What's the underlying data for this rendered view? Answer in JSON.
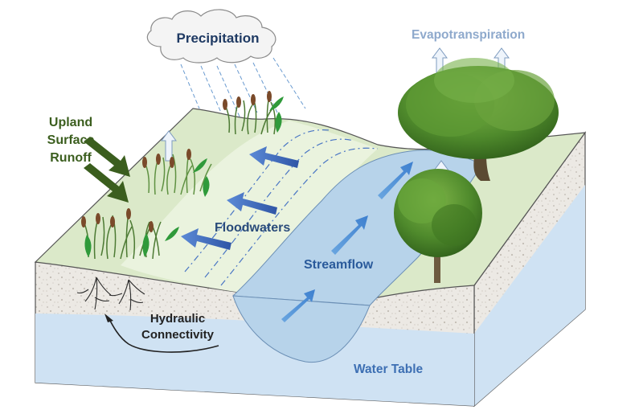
{
  "labels": {
    "precipitation": "Precipitation",
    "evapotranspiration": "Evapotranspiration",
    "upland_runoff_line1": "Upland",
    "upland_runoff_line2": "Surface",
    "upland_runoff_line3": "Runoff",
    "floodwaters": "Floodwaters",
    "streamflow": "Streamflow",
    "hydraulic_line1": "Hydraulic",
    "hydraulic_line2": "Connectivity",
    "water_table": "Water Table"
  },
  "colors": {
    "surface_green": "#dbe9c9",
    "floodplain": "#eaf3de",
    "stream_blue": "#b7d3ea",
    "water_table_blue": "#cfe2f3",
    "gravel": "#ebe8e3",
    "arrow_blue": "#4a76c4",
    "runoff_green": "#3b5e1e"
  },
  "icons": [
    "cloud-icon",
    "rain-lines",
    "tree-icon",
    "reed-icon",
    "roots-icon"
  ]
}
